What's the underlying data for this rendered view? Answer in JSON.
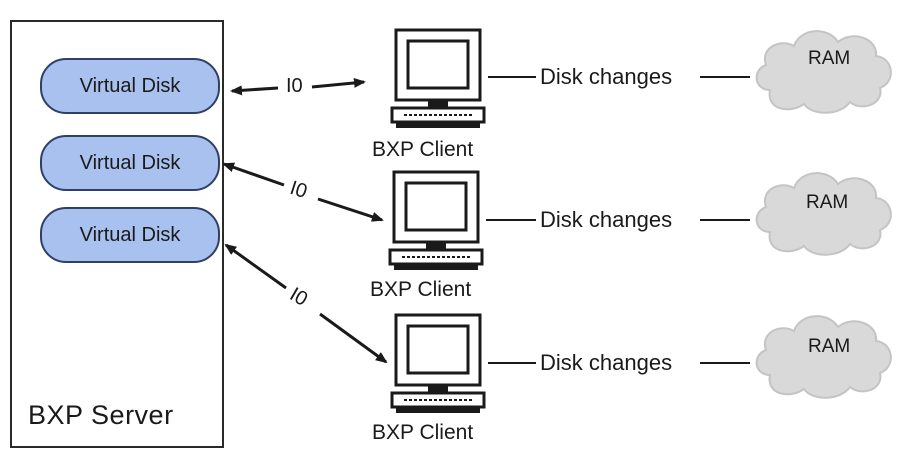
{
  "server": {
    "label": "BXP Server"
  },
  "virtual_disks": [
    {
      "label": "Virtual Disk"
    },
    {
      "label": "Virtual Disk"
    },
    {
      "label": "Virtual Disk"
    }
  ],
  "clients": [
    {
      "label": "BXP Client",
      "io_label": "I0",
      "changes_label": "Disk changes",
      "ram_label": "RAM"
    },
    {
      "label": "BXP Client",
      "io_label": "I0",
      "changes_label": "Disk changes",
      "ram_label": "RAM"
    },
    {
      "label": "BXP Client",
      "io_label": "I0",
      "changes_label": "Disk changes",
      "ram_label": "RAM"
    }
  ],
  "colors": {
    "disk_fill": "#a9c1ee",
    "disk_border": "#2f3f66",
    "cloud_fill": "#d9d9d9",
    "line": "#1a1a1a"
  }
}
